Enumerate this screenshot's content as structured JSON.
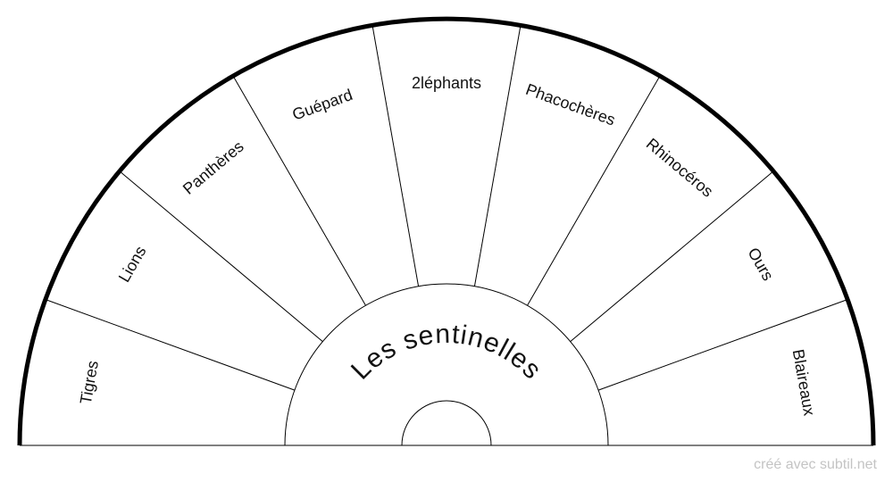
{
  "chart_title": "Les sentinelles",
  "segments": [
    "Tigres",
    "Lions",
    "Panthères",
    "Guépard",
    "2léphants",
    "Phacochères",
    "Rhinocéros",
    "Ours",
    "Blaireaux"
  ],
  "credit": "créé avec subtil.net",
  "colors": {
    "line": "#000000",
    "background": "#ffffff",
    "credit": "#c4c4c4"
  }
}
